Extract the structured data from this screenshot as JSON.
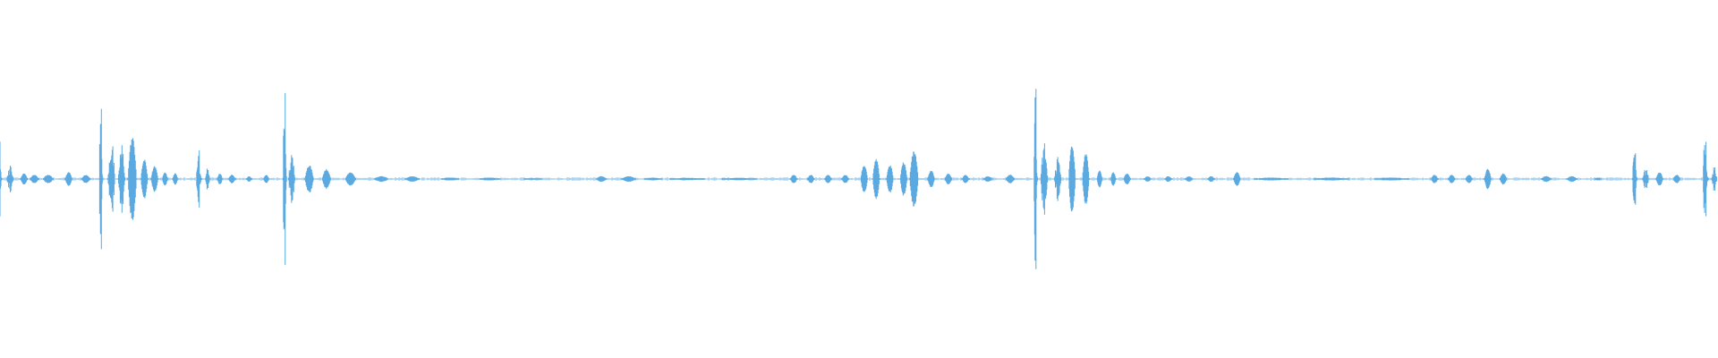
{
  "waveform": {
    "color": "#5aa9e0",
    "background": "#ffffff",
    "duration_fraction_note": "",
    "events": [
      {
        "t": 0.0,
        "amp": 0.26,
        "w": 0.003,
        "kind": "spike"
      },
      {
        "t": 0.006,
        "amp": 0.1,
        "w": 0.004,
        "kind": "burst"
      },
      {
        "t": 0.014,
        "amp": 0.04,
        "w": 0.004,
        "kind": "blob"
      },
      {
        "t": 0.02,
        "amp": 0.03,
        "w": 0.005,
        "kind": "blob"
      },
      {
        "t": 0.028,
        "amp": 0.03,
        "w": 0.006,
        "kind": "blob"
      },
      {
        "t": 0.04,
        "amp": 0.05,
        "w": 0.004,
        "kind": "blob"
      },
      {
        "t": 0.05,
        "amp": 0.03,
        "w": 0.005,
        "kind": "blob"
      },
      {
        "t": 0.059,
        "amp": 0.49,
        "w": 0.002,
        "kind": "spike"
      },
      {
        "t": 0.065,
        "amp": 0.3,
        "w": 0.004,
        "kind": "burst"
      },
      {
        "t": 0.071,
        "amp": 0.26,
        "w": 0.004,
        "kind": "burst"
      },
      {
        "t": 0.077,
        "amp": 0.3,
        "w": 0.005,
        "kind": "blob"
      },
      {
        "t": 0.084,
        "amp": 0.14,
        "w": 0.004,
        "kind": "blob"
      },
      {
        "t": 0.09,
        "amp": 0.09,
        "w": 0.004,
        "kind": "blob"
      },
      {
        "t": 0.096,
        "amp": 0.05,
        "w": 0.003,
        "kind": "blob"
      },
      {
        "t": 0.102,
        "amp": 0.04,
        "w": 0.003,
        "kind": "blob"
      },
      {
        "t": 0.116,
        "amp": 0.2,
        "w": 0.003,
        "kind": "spike"
      },
      {
        "t": 0.121,
        "amp": 0.08,
        "w": 0.003,
        "kind": "burst"
      },
      {
        "t": 0.128,
        "amp": 0.04,
        "w": 0.003,
        "kind": "blob"
      },
      {
        "t": 0.135,
        "amp": 0.03,
        "w": 0.004,
        "kind": "blob"
      },
      {
        "t": 0.145,
        "amp": 0.02,
        "w": 0.003,
        "kind": "blob"
      },
      {
        "t": 0.155,
        "amp": 0.03,
        "w": 0.003,
        "kind": "blob"
      },
      {
        "t": 0.166,
        "amp": 0.6,
        "w": 0.002,
        "kind": "spike"
      },
      {
        "t": 0.17,
        "amp": 0.18,
        "w": 0.004,
        "kind": "burst"
      },
      {
        "t": 0.18,
        "amp": 0.1,
        "w": 0.005,
        "kind": "blob"
      },
      {
        "t": 0.19,
        "amp": 0.07,
        "w": 0.005,
        "kind": "blob"
      },
      {
        "t": 0.204,
        "amp": 0.05,
        "w": 0.006,
        "kind": "blob"
      },
      {
        "t": 0.222,
        "amp": 0.02,
        "w": 0.008,
        "kind": "blob"
      },
      {
        "t": 0.24,
        "amp": 0.02,
        "w": 0.008,
        "kind": "blob"
      },
      {
        "t": 0.262,
        "amp": 0.01,
        "w": 0.01,
        "kind": "blob"
      },
      {
        "t": 0.285,
        "amp": 0.01,
        "w": 0.012,
        "kind": "blob"
      },
      {
        "t": 0.31,
        "amp": 0.005,
        "w": 0.01,
        "kind": "blob"
      },
      {
        "t": 0.35,
        "amp": 0.02,
        "w": 0.006,
        "kind": "blob"
      },
      {
        "t": 0.366,
        "amp": 0.02,
        "w": 0.008,
        "kind": "blob"
      },
      {
        "t": 0.38,
        "amp": 0.01,
        "w": 0.01,
        "kind": "blob"
      },
      {
        "t": 0.4,
        "amp": 0.008,
        "w": 0.02,
        "kind": "blob"
      },
      {
        "t": 0.43,
        "amp": 0.008,
        "w": 0.02,
        "kind": "blob"
      },
      {
        "t": 0.462,
        "amp": 0.03,
        "w": 0.004,
        "kind": "blob"
      },
      {
        "t": 0.472,
        "amp": 0.03,
        "w": 0.004,
        "kind": "blob"
      },
      {
        "t": 0.482,
        "amp": 0.03,
        "w": 0.004,
        "kind": "blob"
      },
      {
        "t": 0.492,
        "amp": 0.03,
        "w": 0.004,
        "kind": "blob"
      },
      {
        "t": 0.503,
        "amp": 0.1,
        "w": 0.004,
        "kind": "blob"
      },
      {
        "t": 0.51,
        "amp": 0.14,
        "w": 0.004,
        "kind": "blob"
      },
      {
        "t": 0.518,
        "amp": 0.1,
        "w": 0.004,
        "kind": "blob"
      },
      {
        "t": 0.526,
        "amp": 0.12,
        "w": 0.004,
        "kind": "blob"
      },
      {
        "t": 0.532,
        "amp": 0.2,
        "w": 0.005,
        "kind": "blob"
      },
      {
        "t": 0.542,
        "amp": 0.06,
        "w": 0.004,
        "kind": "blob"
      },
      {
        "t": 0.552,
        "amp": 0.04,
        "w": 0.004,
        "kind": "blob"
      },
      {
        "t": 0.562,
        "amp": 0.03,
        "w": 0.004,
        "kind": "blob"
      },
      {
        "t": 0.575,
        "amp": 0.02,
        "w": 0.005,
        "kind": "blob"
      },
      {
        "t": 0.588,
        "amp": 0.03,
        "w": 0.005,
        "kind": "blob"
      },
      {
        "t": 0.603,
        "amp": 0.63,
        "w": 0.002,
        "kind": "spike"
      },
      {
        "t": 0.608,
        "amp": 0.28,
        "w": 0.004,
        "kind": "burst"
      },
      {
        "t": 0.616,
        "amp": 0.18,
        "w": 0.004,
        "kind": "burst"
      },
      {
        "t": 0.624,
        "amp": 0.24,
        "w": 0.004,
        "kind": "blob"
      },
      {
        "t": 0.632,
        "amp": 0.18,
        "w": 0.004,
        "kind": "blob"
      },
      {
        "t": 0.64,
        "amp": 0.06,
        "w": 0.003,
        "kind": "blob"
      },
      {
        "t": 0.648,
        "amp": 0.05,
        "w": 0.003,
        "kind": "blob"
      },
      {
        "t": 0.656,
        "amp": 0.04,
        "w": 0.004,
        "kind": "blob"
      },
      {
        "t": 0.668,
        "amp": 0.02,
        "w": 0.004,
        "kind": "blob"
      },
      {
        "t": 0.68,
        "amp": 0.02,
        "w": 0.004,
        "kind": "blob"
      },
      {
        "t": 0.692,
        "amp": 0.02,
        "w": 0.004,
        "kind": "blob"
      },
      {
        "t": 0.705,
        "amp": 0.02,
        "w": 0.004,
        "kind": "blob"
      },
      {
        "t": 0.72,
        "amp": 0.05,
        "w": 0.004,
        "kind": "blob"
      },
      {
        "t": 0.74,
        "amp": 0.01,
        "w": 0.02,
        "kind": "blob"
      },
      {
        "t": 0.775,
        "amp": 0.01,
        "w": 0.02,
        "kind": "blob"
      },
      {
        "t": 0.81,
        "amp": 0.01,
        "w": 0.02,
        "kind": "blob"
      },
      {
        "t": 0.835,
        "amp": 0.03,
        "w": 0.004,
        "kind": "blob"
      },
      {
        "t": 0.845,
        "amp": 0.03,
        "w": 0.004,
        "kind": "blob"
      },
      {
        "t": 0.855,
        "amp": 0.03,
        "w": 0.004,
        "kind": "blob"
      },
      {
        "t": 0.866,
        "amp": 0.07,
        "w": 0.004,
        "kind": "blob"
      },
      {
        "t": 0.875,
        "amp": 0.04,
        "w": 0.004,
        "kind": "blob"
      },
      {
        "t": 0.9,
        "amp": 0.02,
        "w": 0.006,
        "kind": "blob"
      },
      {
        "t": 0.915,
        "amp": 0.02,
        "w": 0.006,
        "kind": "blob"
      },
      {
        "t": 0.93,
        "amp": 0.01,
        "w": 0.004,
        "kind": "blob"
      },
      {
        "t": 0.952,
        "amp": 0.18,
        "w": 0.003,
        "kind": "spike"
      },
      {
        "t": 0.958,
        "amp": 0.08,
        "w": 0.004,
        "kind": "burst"
      },
      {
        "t": 0.966,
        "amp": 0.05,
        "w": 0.004,
        "kind": "blob"
      },
      {
        "t": 0.976,
        "amp": 0.03,
        "w": 0.004,
        "kind": "blob"
      },
      {
        "t": 0.993,
        "amp": 0.26,
        "w": 0.003,
        "kind": "spike"
      },
      {
        "t": 0.998,
        "amp": 0.1,
        "w": 0.003,
        "kind": "burst"
      }
    ]
  }
}
